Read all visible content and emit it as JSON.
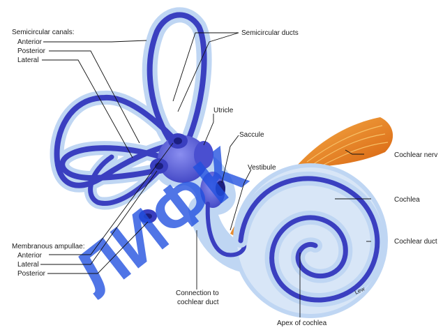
{
  "labels": {
    "semicircular_canals": "Semicircular canals:",
    "canal_anterior": "Anterior",
    "canal_posterior": "Posterior",
    "canal_lateral": "Lateral",
    "semicircular_ducts": "Semicircular ducts",
    "utricle": "Utricle",
    "saccule": "Saccule",
    "vestibule": "Vestibule",
    "cochlear_nerve": "Cochlear nerv",
    "cochlea": "Cochlea",
    "cochlear_duct": "Cochlear duct",
    "membranous_ampullae": "Membranous ampullae:",
    "ampulla_anterior": "Anterior",
    "ampulla_lateral": "Lateral",
    "ampulla_posterior": "Posterior",
    "connection_line1": "Connection to",
    "connection_line2": "cochlear duct",
    "apex_of_cochlea": "Apex of cochlea"
  },
  "signature": "Lew",
  "watermark": "ЛИФК",
  "colors": {
    "membranous_labyrinth": "#3a3fc0",
    "bony_labyrinth": "#bfd6f3",
    "cochlear_nerve": "#e8801c",
    "watermark": "#1f4fe0"
  }
}
